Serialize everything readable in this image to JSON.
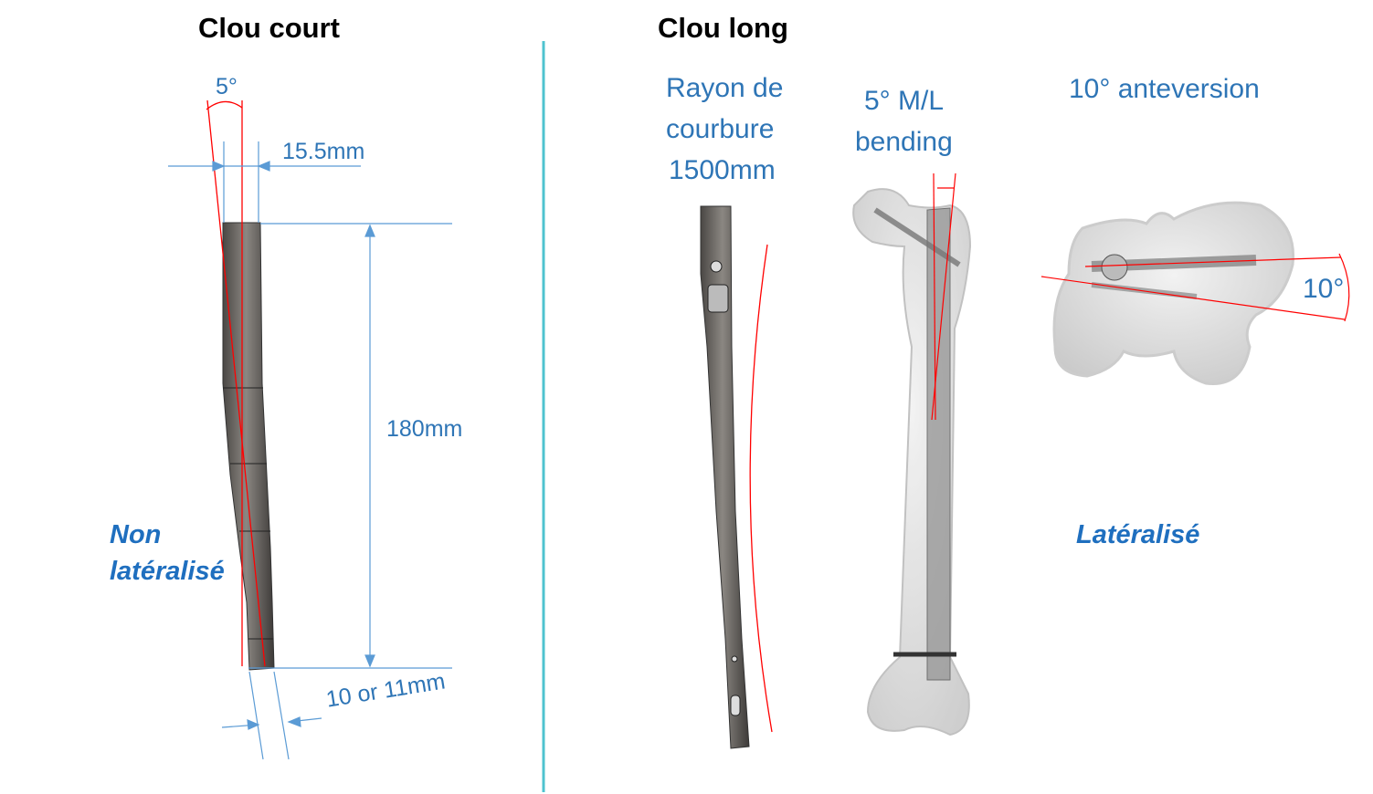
{
  "short_nail": {
    "title": "Clou court",
    "angle_label": "5°",
    "width_label": "15.5mm",
    "length_label": "180mm",
    "diameter_label": "10 or 11mm",
    "type_line1": "Non",
    "type_line2": "latéralisé"
  },
  "long_nail": {
    "title": "Clou long",
    "radius_line1": "Rayon de",
    "radius_line2": "courbure",
    "radius_line3": "1500mm",
    "bending_line1": "5° M/L",
    "bending_line2": "bending",
    "anteversion_label": "10° anteversion",
    "anteversion_angle": "10°",
    "type_label": "Latéralisé"
  },
  "colors": {
    "annotation": "#2E75B6",
    "dimension": "#5B9BD5",
    "axis": "#FF0000",
    "divider": "#4FC3CF"
  }
}
